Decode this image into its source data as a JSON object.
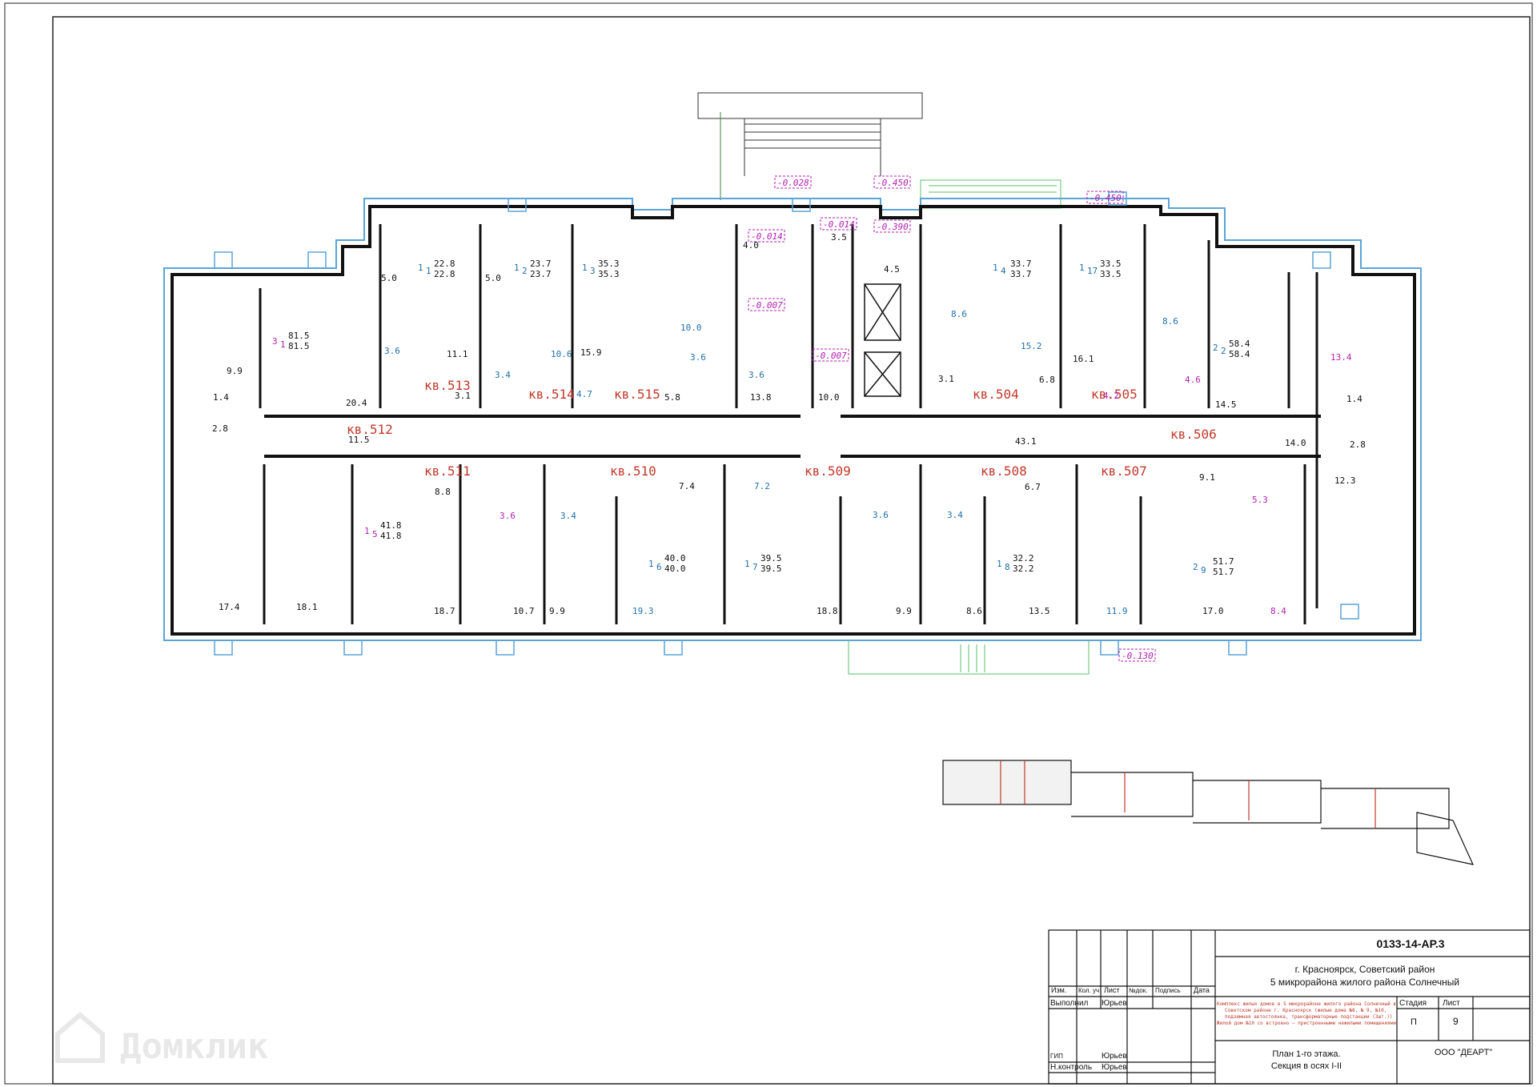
{
  "plan": {
    "apartments": [
      "кв.513",
      "кв.514",
      "кв.515",
      "кв.512",
      "кв.511",
      "кв.510",
      "кв.509",
      "кв.508",
      "кв.507",
      "кв.504",
      "кв.505",
      "кв.506"
    ],
    "levels": [
      "-0.028",
      "-0.014",
      "-0.014",
      "-0.007",
      "-0.007",
      "-0.450",
      "-0.390",
      "-0.450",
      "-0.130"
    ],
    "room_labels_top": [
      {
        "type": "1",
        "sub": "1",
        "a": "22.8",
        "b": "22.8"
      },
      {
        "type": "1",
        "sub": "2",
        "a": "23.7",
        "b": "23.7"
      },
      {
        "type": "1",
        "sub": "3",
        "a": "35.3",
        "b": "35.3"
      },
      {
        "type": "1",
        "sub": "4",
        "a": "33.7",
        "b": "33.7"
      },
      {
        "type": "1",
        "sub": "17",
        "a": "33.5",
        "b": "33.5"
      },
      {
        "type": "3",
        "sub": "1",
        "a": "81.5",
        "b": "81.5"
      },
      {
        "type": "2",
        "sub": "2",
        "a": "58.4",
        "b": "58.4"
      }
    ],
    "room_labels_bottom": [
      {
        "type": "1",
        "sub": "5",
        "a": "41.8",
        "b": "41.8"
      },
      {
        "type": "1",
        "sub": "6",
        "a": "40.0",
        "b": "40.0"
      },
      {
        "type": "1",
        "sub": "7",
        "a": "39.5",
        "b": "39.5"
      },
      {
        "type": "1",
        "sub": "8",
        "a": "32.2",
        "b": "32.2"
      },
      {
        "type": "2",
        "sub": "9",
        "a": "51.7",
        "b": "51.7"
      }
    ],
    "areas_black": [
      "9.9",
      "1.4",
      "2.8",
      "20.4",
      "11.5",
      "5.0",
      "11.1",
      "5.0",
      "3.1",
      "15.9",
      "5.8",
      "4.0",
      "3.5",
      "4.5",
      "10.0",
      "13.8",
      "3.1",
      "6.8",
      "16.1",
      "14.5",
      "43.1",
      "14.0",
      "12.3",
      "1.4",
      "2.8",
      "8.8",
      "7.4",
      "9.1",
      "6.7",
      "17.4",
      "18.1",
      "18.7",
      "10.7",
      "9.9",
      "18.8",
      "9.9",
      "8.6",
      "13.5",
      "17.0"
    ],
    "areas_blue": [
      "3.6",
      "3.4",
      "10.6",
      "4.7",
      "10.0",
      "3.6",
      "8.6",
      "15.2",
      "8.6",
      "19.3",
      "7.2",
      "3.4",
      "3.6",
      "11.9",
      "3.6",
      "3.4"
    ],
    "areas_magenta": [
      "4.2",
      "4.6",
      "13.4",
      "3.6",
      "5.3",
      "8.4"
    ]
  },
  "title_block": {
    "code": "0133-14-АР.3",
    "address_line1": "г. Красноярск, Советский район",
    "address_line2": "5 микрорайона жилого района Солнечный",
    "headers": [
      "Изм.",
      "Кол. уч",
      "Лист",
      "№док.",
      "Подпись",
      "Дата"
    ],
    "roles": [
      {
        "role": "Выполнил",
        "name": "Юрьев"
      },
      {
        "role": "ГИП",
        "name": "Юрьев"
      },
      {
        "role": "Н.контроль",
        "name": "Юрьев"
      }
    ],
    "project_note": [
      "Комплекс жилых домов в 5 микрорайоне жилого района Солнечный в",
      "Советском районе г. Красноярск (жилые дома №8, № 9, №10,",
      "подземная автостоянка, трансформаторные подстанции (3шт.))",
      "Жилой дом №10 со встроено — пристроенными нежилыми помещениями"
    ],
    "stage_label": "Стадия",
    "sheet_label": "Лист",
    "stage_value": "П",
    "sheet_value": "9",
    "drawing_title_line1": "План 1-го этажа.",
    "drawing_title_line2": "Секция в осях I-II",
    "company": "ООО \"ДЕАРТ\""
  },
  "watermark": "Домклик"
}
